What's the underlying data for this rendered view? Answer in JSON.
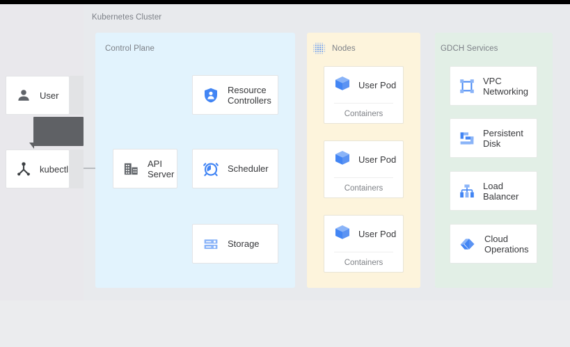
{
  "diagram": {
    "title": "Kubernetes Cluster",
    "type": "architecture-diagram"
  },
  "actors": [
    {
      "id": "user",
      "label": "User",
      "icon": "person-icon"
    },
    {
      "id": "kubectl",
      "label": "kubectl",
      "icon": "kubectl-icon"
    }
  ],
  "tooltip": {
    "text": "",
    "visible": true
  },
  "panels": {
    "control_plane": {
      "label": "Control Plane",
      "color": "#e2f3fd",
      "cards": [
        {
          "id": "resource-controllers",
          "label": "Resource\nControllers",
          "icon": "shield-person-icon"
        },
        {
          "id": "api-server",
          "label": "API\nServer",
          "icon": "api-server-building-icon"
        },
        {
          "id": "scheduler",
          "label": "Scheduler",
          "icon": "alarm-clock-icon"
        },
        {
          "id": "storage",
          "label": "Storage",
          "icon": "storage-server-icon"
        }
      ]
    },
    "nodes": {
      "label": "Nodes",
      "icon": "dot-grid-icon",
      "color": "#fdf4dc",
      "pods": [
        {
          "id": "user-pod-1",
          "label": "User Pod",
          "sublabel": "Containers",
          "icon": "pod-cube-icon"
        },
        {
          "id": "user-pod-2",
          "label": "User Pod",
          "sublabel": "Containers",
          "icon": "pod-cube-icon"
        },
        {
          "id": "user-pod-3",
          "label": "User Pod",
          "sublabel": "Containers",
          "icon": "pod-cube-icon"
        }
      ]
    },
    "gdch_services": {
      "label": "GDCH Services",
      "color": "#e2efe6",
      "services": [
        {
          "id": "vpc-networking",
          "label": "VPC\nNetworking",
          "icon": "vpc-network-icon"
        },
        {
          "id": "persistent-disk",
          "label": "Persistent\nDisk",
          "icon": "persistent-disk-icon"
        },
        {
          "id": "load-balancer",
          "label": "Load\nBalancer",
          "icon": "load-balancer-icon"
        },
        {
          "id": "cloud-operations",
          "label": "Cloud\nOperations",
          "icon": "cloud-operations-icon"
        }
      ]
    }
  },
  "connections": [
    {
      "from": "kubectl",
      "to": "api-server",
      "style": "arrow"
    },
    {
      "from": "resource-controllers",
      "to": "api-server",
      "style": "arrow"
    },
    {
      "from": "scheduler",
      "to": "api-server",
      "style": "arrow"
    },
    {
      "from": "api-server",
      "to": "storage",
      "style": "arrow"
    }
  ],
  "colors": {
    "accent_blue": "#4285f4",
    "icon_blue_light": "#8ab4f8",
    "icon_dark": "#5f6368",
    "panel_control": "#e2f3fd",
    "panel_nodes": "#fdf4dc",
    "panel_gdch": "#e2efe6",
    "canvas_bg": "#e8eaed",
    "connector": "#70757a",
    "tooltip_bg": "#5f6165",
    "text_primary": "#37383b",
    "text_muted": "#7b7f86"
  }
}
